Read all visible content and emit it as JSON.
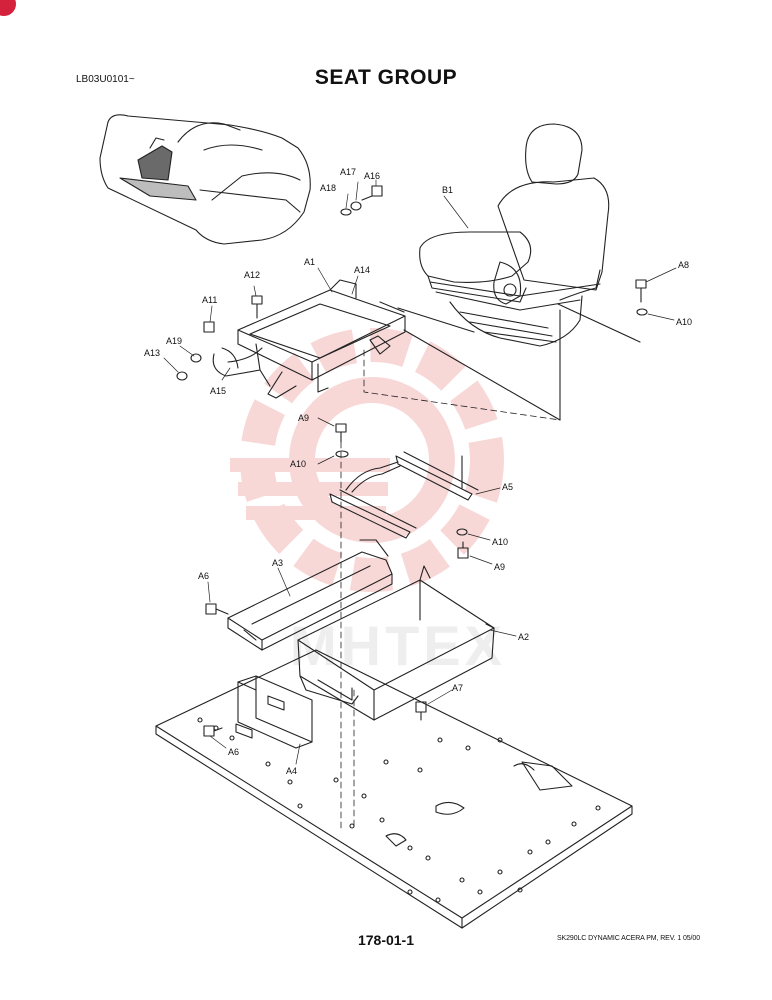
{
  "header": {
    "serial": "LB03U0101~",
    "title": "SEAT GROUP"
  },
  "footer": {
    "page_number": "178-01-1",
    "reference": "SK290LC DYNAMIC ACERA PM, REV. 1 05/00"
  },
  "callouts": {
    "A1": "A1",
    "A2": "A2",
    "A3": "A3",
    "A4": "A4",
    "A5": "A5",
    "A6a": "A6",
    "A6b": "A6",
    "A7": "A7",
    "A8": "A8",
    "A9a": "A9",
    "A9b": "A9",
    "A10a": "A10",
    "A10b": "A10",
    "A10c": "A10",
    "A11": "A11",
    "A12": "A12",
    "A13": "A13",
    "A14": "A14",
    "A15": "A15",
    "A16": "A16",
    "A17": "A17",
    "A18": "A18",
    "A19": "A19",
    "B1": "B1"
  },
  "watermark": {
    "text": "MHTEX",
    "color": "#f4b8b8"
  }
}
